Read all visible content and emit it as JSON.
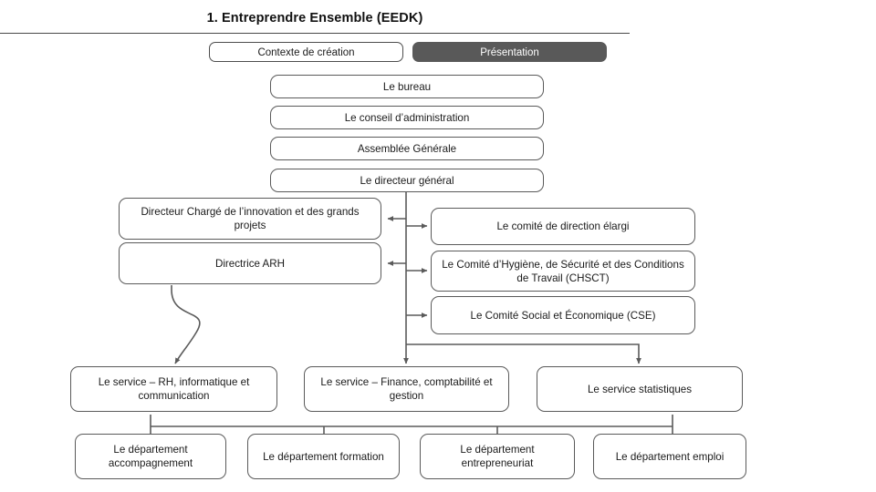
{
  "header": {
    "title": "1. Entreprendre Ensemble (EEDK)"
  },
  "tabs": [
    {
      "label": "Contexte de création",
      "active": false
    },
    {
      "label": "Présentation",
      "active": true
    }
  ],
  "colors": {
    "border": "#5a5a5a",
    "active_tab_fill": "#595959",
    "active_tab_text": "#ffffff",
    "box_fill": "#ffffff",
    "text": "#1a1a1a",
    "connector": "#5a5a5a"
  },
  "chart_data": {
    "type": "diagram",
    "title": "1. Entreprendre Ensemble (EEDK)",
    "subtype": "organizational-hierarchy",
    "nodes": [
      {
        "id": "bureau",
        "label": "Le bureau"
      },
      {
        "id": "conseil",
        "label": "Le conseil d’administration"
      },
      {
        "id": "assemblee",
        "label": "Assemblée Générale"
      },
      {
        "id": "directeur",
        "label": "Le directeur général"
      },
      {
        "id": "innovation",
        "label": "Directeur Chargé de l’innovation et des grands projets"
      },
      {
        "id": "arh",
        "label": "Directrice ARH"
      },
      {
        "id": "comite_dir",
        "label": "Le comité de direction élargi"
      },
      {
        "id": "chsct",
        "label": "Le Comité d’Hygiène, de Sécurité et des Conditions de Travail (CHSCT)"
      },
      {
        "id": "cse",
        "label": "Le Comité Social et Économique (CSE)"
      },
      {
        "id": "svc_rh",
        "label": "Le service – RH, informatique et communication"
      },
      {
        "id": "svc_finance",
        "label": "Le service – Finance, comptabilité et gestion"
      },
      {
        "id": "svc_stats",
        "label": "Le service statistiques"
      },
      {
        "id": "dep_accomp",
        "label": "Le département accompagnement"
      },
      {
        "id": "dep_formation",
        "label": "Le département formation"
      },
      {
        "id": "dep_entrep",
        "label": "Le département entrepreneuriat"
      },
      {
        "id": "dep_emploi",
        "label": "Le département emploi"
      }
    ],
    "edges": [
      {
        "from": "directeur",
        "to": "innovation",
        "style": "arrow-left"
      },
      {
        "from": "directeur",
        "to": "comite_dir",
        "style": "arrow-right"
      },
      {
        "from": "directeur",
        "to": "arh",
        "style": "arrow-left"
      },
      {
        "from": "directeur",
        "to": "chsct",
        "style": "arrow-right"
      },
      {
        "from": "directeur",
        "to": "cse",
        "style": "arrow-right"
      },
      {
        "from": "arh",
        "to": "svc_rh",
        "style": "curve"
      },
      {
        "from": "directeur",
        "to": "svc_finance",
        "style": "arrow-down"
      },
      {
        "from": "directeur",
        "to": "svc_stats",
        "style": "arrow-down"
      },
      {
        "from": "svc_rh",
        "to": "dep_accomp",
        "style": "bus-down"
      },
      {
        "from": "svc_rh",
        "to": "dep_formation",
        "style": "bus-down"
      },
      {
        "from": "svc_finance",
        "to": "dep_entrep",
        "style": "bus-down"
      },
      {
        "from": "svc_stats",
        "to": "dep_emploi",
        "style": "bus-down"
      }
    ]
  }
}
